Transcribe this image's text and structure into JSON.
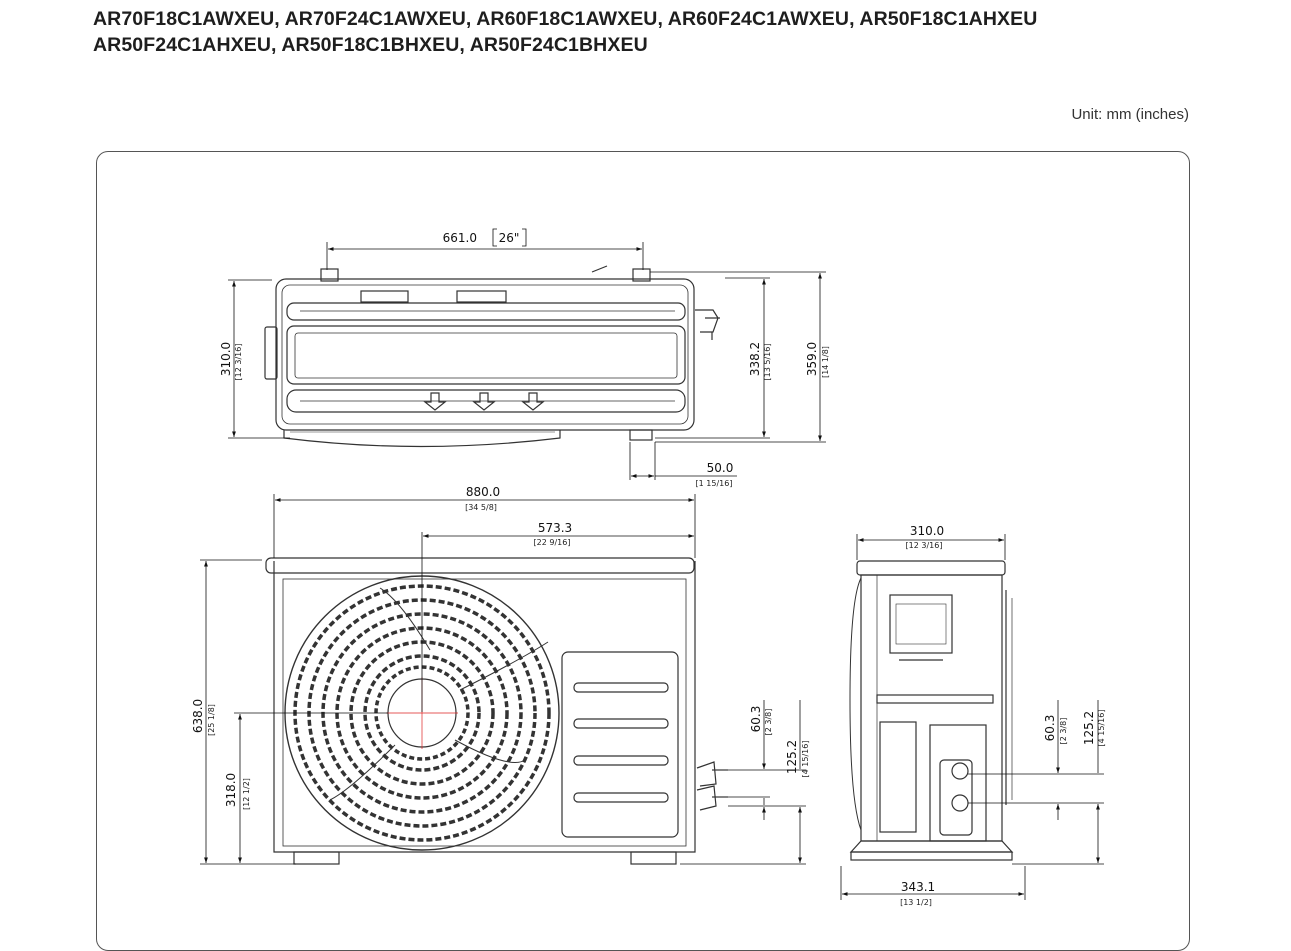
{
  "header": {
    "title_line1": "AR70F18C1AWXEU, AR70F24C1AWXEU, AR60F18C1AWXEU, AR60F24C1AWXEU, AR50F18C1AHXEU",
    "title_line2": "AR50F24C1AHXEU, AR50F18C1BHXEU, AR50F24C1BHXEU",
    "unit": "Unit: mm (inches)"
  },
  "top_view": {
    "width_mm": "661.0",
    "width_in": "26\"",
    "depth_mm": "310.0",
    "depth_in": "[12 3/16]",
    "depth2_mm": "338.2",
    "depth2_in": "[13 5/16]",
    "depth3_mm": "359.0",
    "depth3_in": "[14 1/8]",
    "offset_mm": "50.0",
    "offset_in": "[1 15/16]"
  },
  "front_view": {
    "width_mm": "880.0",
    "width_in": "[34 5/8]",
    "fan_offset_mm": "573.3",
    "fan_offset_in": "[22 9/16]",
    "height_mm": "638.0",
    "height_in": "[25 1/8]",
    "fan_center_mm": "318.0",
    "fan_center_in": "[12 1/2]",
    "pipe_gap_mm": "60.3",
    "pipe_gap_in": "[2 3/8]",
    "pipe_height_mm": "125.2",
    "pipe_height_in": "[4 15/16]"
  },
  "side_view": {
    "width_mm": "310.0",
    "width_in": "[12 3/16]",
    "pipe_gap_mm": "60.3",
    "pipe_gap_in": "[2 3/8]",
    "pipe_height_mm": "125.2",
    "pipe_height_in": "[4 15/16]",
    "base_mm": "343.1",
    "base_in": "[13 1/2]"
  }
}
